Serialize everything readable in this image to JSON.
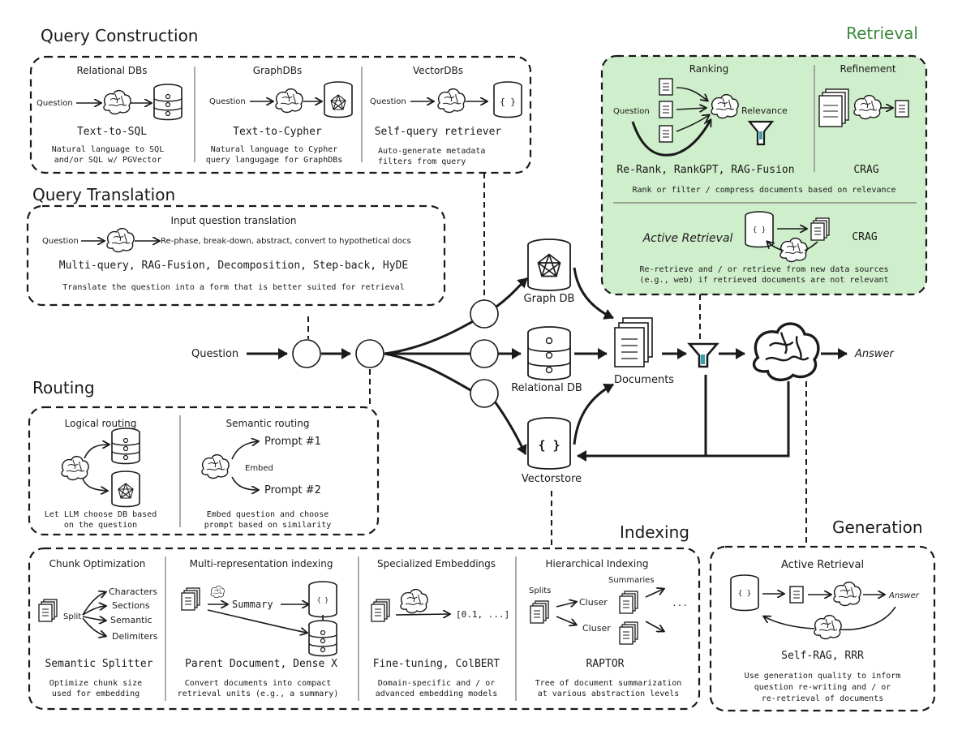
{
  "colors": {
    "retrieval_bg": "#cfeecb",
    "retrieval_title": "#3b8a3a",
    "filter_accent": "#3aa0b0"
  },
  "query_construction": {
    "title": "Query Construction",
    "relational": {
      "label": "Relational DBs",
      "question": "Question",
      "method": "Text-to-SQL",
      "desc1": "Natural language to SQL",
      "desc2": "and/or SQL w/ PGVector"
    },
    "graph": {
      "label": "GraphDBs",
      "question": "Question",
      "method": "Text-to-Cypher",
      "desc1": "Natural language to Cypher",
      "desc2": "query langugage for GraphDBs"
    },
    "vector": {
      "label": "VectorDBs",
      "question": "Question",
      "method": "Self-query retriever",
      "desc1": "Auto-generate metadata",
      "desc2": "filters from query"
    }
  },
  "query_translation": {
    "title": "Query Translation",
    "subtitle": "Input question translation",
    "question": "Question",
    "flow": "Re-phase, break-down, abstract, convert to hypothetical docs",
    "methods": "Multi-query, RAG-Fusion, Decomposition, Step-back, HyDE",
    "desc": "Translate the question into a form that is better suited for retrieval"
  },
  "routing": {
    "title": "Routing",
    "logical": {
      "label": "Logical routing",
      "desc1": "Let LLM choose DB based",
      "desc2": "on the question"
    },
    "semantic": {
      "label": "Semantic routing",
      "prompt1": "Prompt #1",
      "embed": "Embed",
      "prompt2": "Prompt #2",
      "desc1": "Embed question and choose",
      "desc2": "prompt based on similarity"
    }
  },
  "retrieval": {
    "title": "Retrieval",
    "ranking": {
      "label": "Ranking",
      "question": "Question",
      "relevance": "Relevance",
      "methods": "Re-Rank, RankGPT, RAG-Fusion"
    },
    "refinement": {
      "label": "Refinement",
      "method": "CRAG"
    },
    "desc": "Rank or filter / compress documents based on relevance",
    "active": {
      "label": "Active Retrieval",
      "method": "CRAG",
      "desc1": "Re-retrieve and / or retrieve from new data sources",
      "desc2": "(e.g., web) if retrieved documents are not relevant"
    }
  },
  "center": {
    "question": "Question",
    "graph_db": "Graph DB",
    "relational_db": "Relational DB",
    "vectorstore": "Vectorstore",
    "documents": "Documents",
    "answer": "Answer",
    "vector_glyph": "{ }"
  },
  "indexing": {
    "title": "Indexing",
    "chunk": {
      "label": "Chunk Optimization",
      "split": "Split",
      "items": [
        "Characters",
        "Sections",
        "Semantic",
        "Delimiters"
      ],
      "method": "Semantic Splitter",
      "desc1": "Optimize chunk size",
      "desc2": "used for embedding"
    },
    "multi": {
      "label": "Multi-representation indexing",
      "summary": "Summary",
      "method": "Parent Document, Dense X",
      "desc1": "Convert documents into compact",
      "desc2": "retrieval units (e.g., a summary)"
    },
    "embeddings": {
      "label": "Specialized Embeddings",
      "vector": "[0.1, ...]",
      "method": "Fine-tuning, ColBERT",
      "desc1": "Domain-specific and / or",
      "desc2": "advanced embedding models"
    },
    "hierarchical": {
      "label": "Hierarchical Indexing",
      "splits": "Splits",
      "summaries": "Summaries",
      "cluster1": "Cluser",
      "cluster2": "Cluser",
      "more": "...",
      "method": "RAPTOR",
      "desc1": "Tree of document summarization",
      "desc2": "at various abstraction levels"
    }
  },
  "generation": {
    "title": "Generation",
    "label": "Active Retrieval",
    "answer": "Answer",
    "method": "Self-RAG, RRR",
    "desc1": "Use generation quality to inform",
    "desc2": "question re-writing and / or",
    "desc3": "re-retrieval of documents"
  }
}
